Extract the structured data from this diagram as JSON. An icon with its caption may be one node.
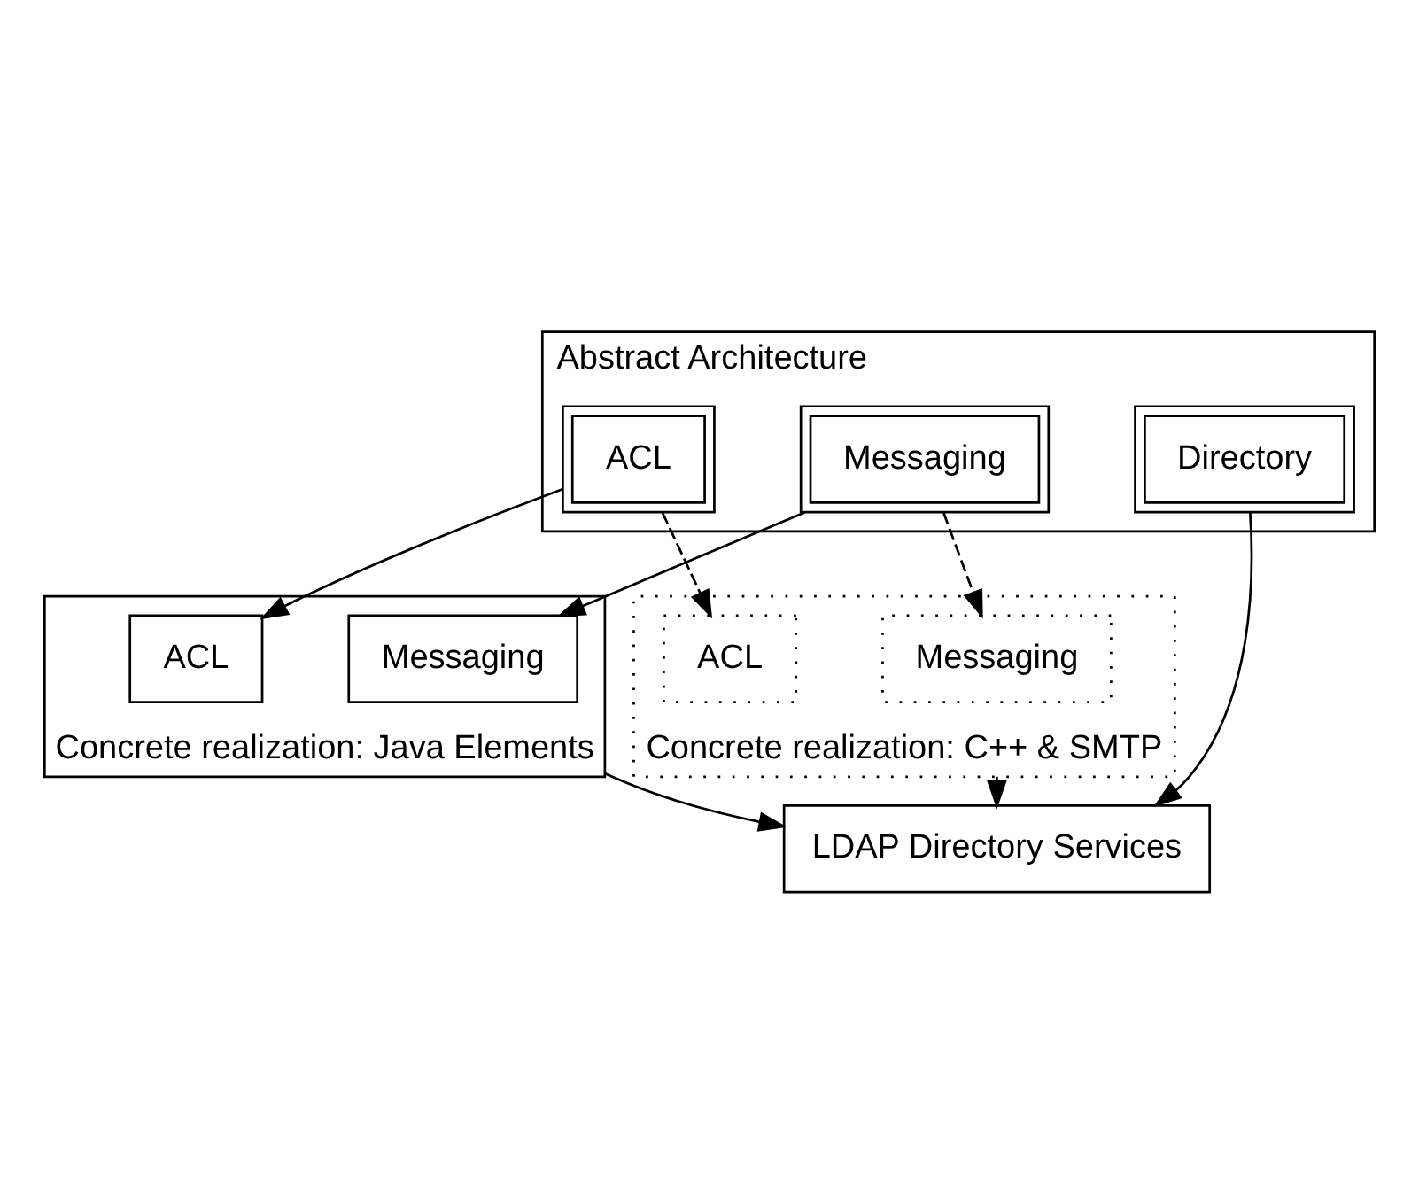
{
  "diagram": {
    "nodes": [
      {
        "text": [
          "Abstract Architecture"
        ]
      },
      {
        "text": [
          "Messaging"
        ],
        "in": 0
      },
      {
        "text": [
          "ACL"
        ],
        "in": 0
      },
      {
        "text": [
          "Directory"
        ],
        "in": 0
      },
      {
        "text": [
          "LDAP Directory Services"
        ]
      },
      {
        "text": [
          "Concrete realization: Java Elements"
        ]
      },
      {
        "text": [
          "Messaging"
        ],
        "in": 5
      },
      {
        "text": [
          "ACL"
        ],
        "in": 5
      },
      {
        "text": [
          "Concrete realization: C++ & SMTP"
        ]
      },
      {
        "text": [
          "Messaging"
        ],
        "in": 8
      },
      {
        "text": [
          "ACL"
        ],
        "in": 8
      }
    ],
    "edges": [
      {
        "from": 1,
        "to": 6,
        "arrow": "to"
      },
      {
        "from": 2,
        "to": 7,
        "arrow": "to"
      },
      {
        "from": 1,
        "to": 9,
        "arrow": "to",
        "style": "dashed"
      },
      {
        "from": 2,
        "to": 10,
        "arrow": "to",
        "style": "dashed"
      },
      {
        "from": 3,
        "to": 4,
        "arrow": "to"
      },
      {
        "from": 5,
        "to": 4,
        "arrow": "to"
      },
      {
        "from": 8,
        "to": 4,
        "arrow": "to"
      }
    ]
  }
}
